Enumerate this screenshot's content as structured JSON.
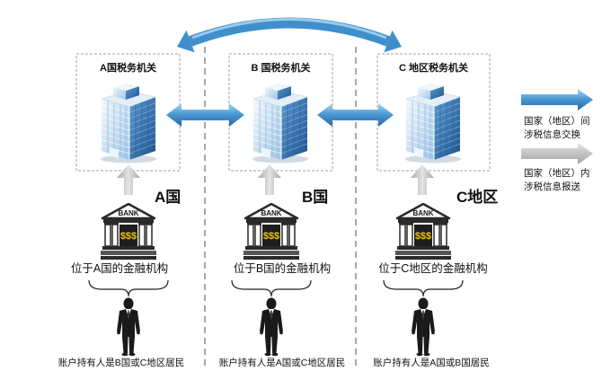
{
  "columns": [
    {
      "tax_office": "A国税务机关",
      "region": "A国",
      "bank_sign": "BANK",
      "bank_money": "$$$",
      "institution": "位于A国的金融机构",
      "account_holder": "账户持有人是B国或C地区居民"
    },
    {
      "tax_office": "B 国税务机关",
      "region": "B国",
      "bank_sign": "BANK",
      "bank_money": "$$$",
      "institution": "位于B国的金融机构",
      "account_holder": "账户持有人是A国或C地区居民"
    },
    {
      "tax_office": "C 地区税务机关",
      "region": "C地区",
      "bank_sign": "BANK",
      "bank_money": "$$$",
      "institution": "位于C地区的金融机构",
      "account_holder": "账户持有人是A国或B国居民"
    }
  ],
  "legend": [
    {
      "line1": "国家（地区）间",
      "line2": "涉税信息交换",
      "arrow_color": "#3f8fcc",
      "icon": "blue-right-arrow-icon"
    },
    {
      "line1": "国家（地区）内",
      "line2": "涉税信息报送",
      "arrow_color": "#b5b5b5",
      "icon": "gray-right-arrow-icon"
    }
  ],
  "icons": {
    "tax_office": "office-building-icon",
    "institution": "bank-icon",
    "account_holder": "businessman-icon",
    "exchange": "blue-double-arrow-icon",
    "reporting": "gray-up-arrow-icon"
  },
  "colors": {
    "exchange_arrow": "#3f8fcc",
    "reporting_arrow": "#b5b5b5",
    "dashed_border": "#a0a0a0",
    "money_text": "#f2c200"
  }
}
